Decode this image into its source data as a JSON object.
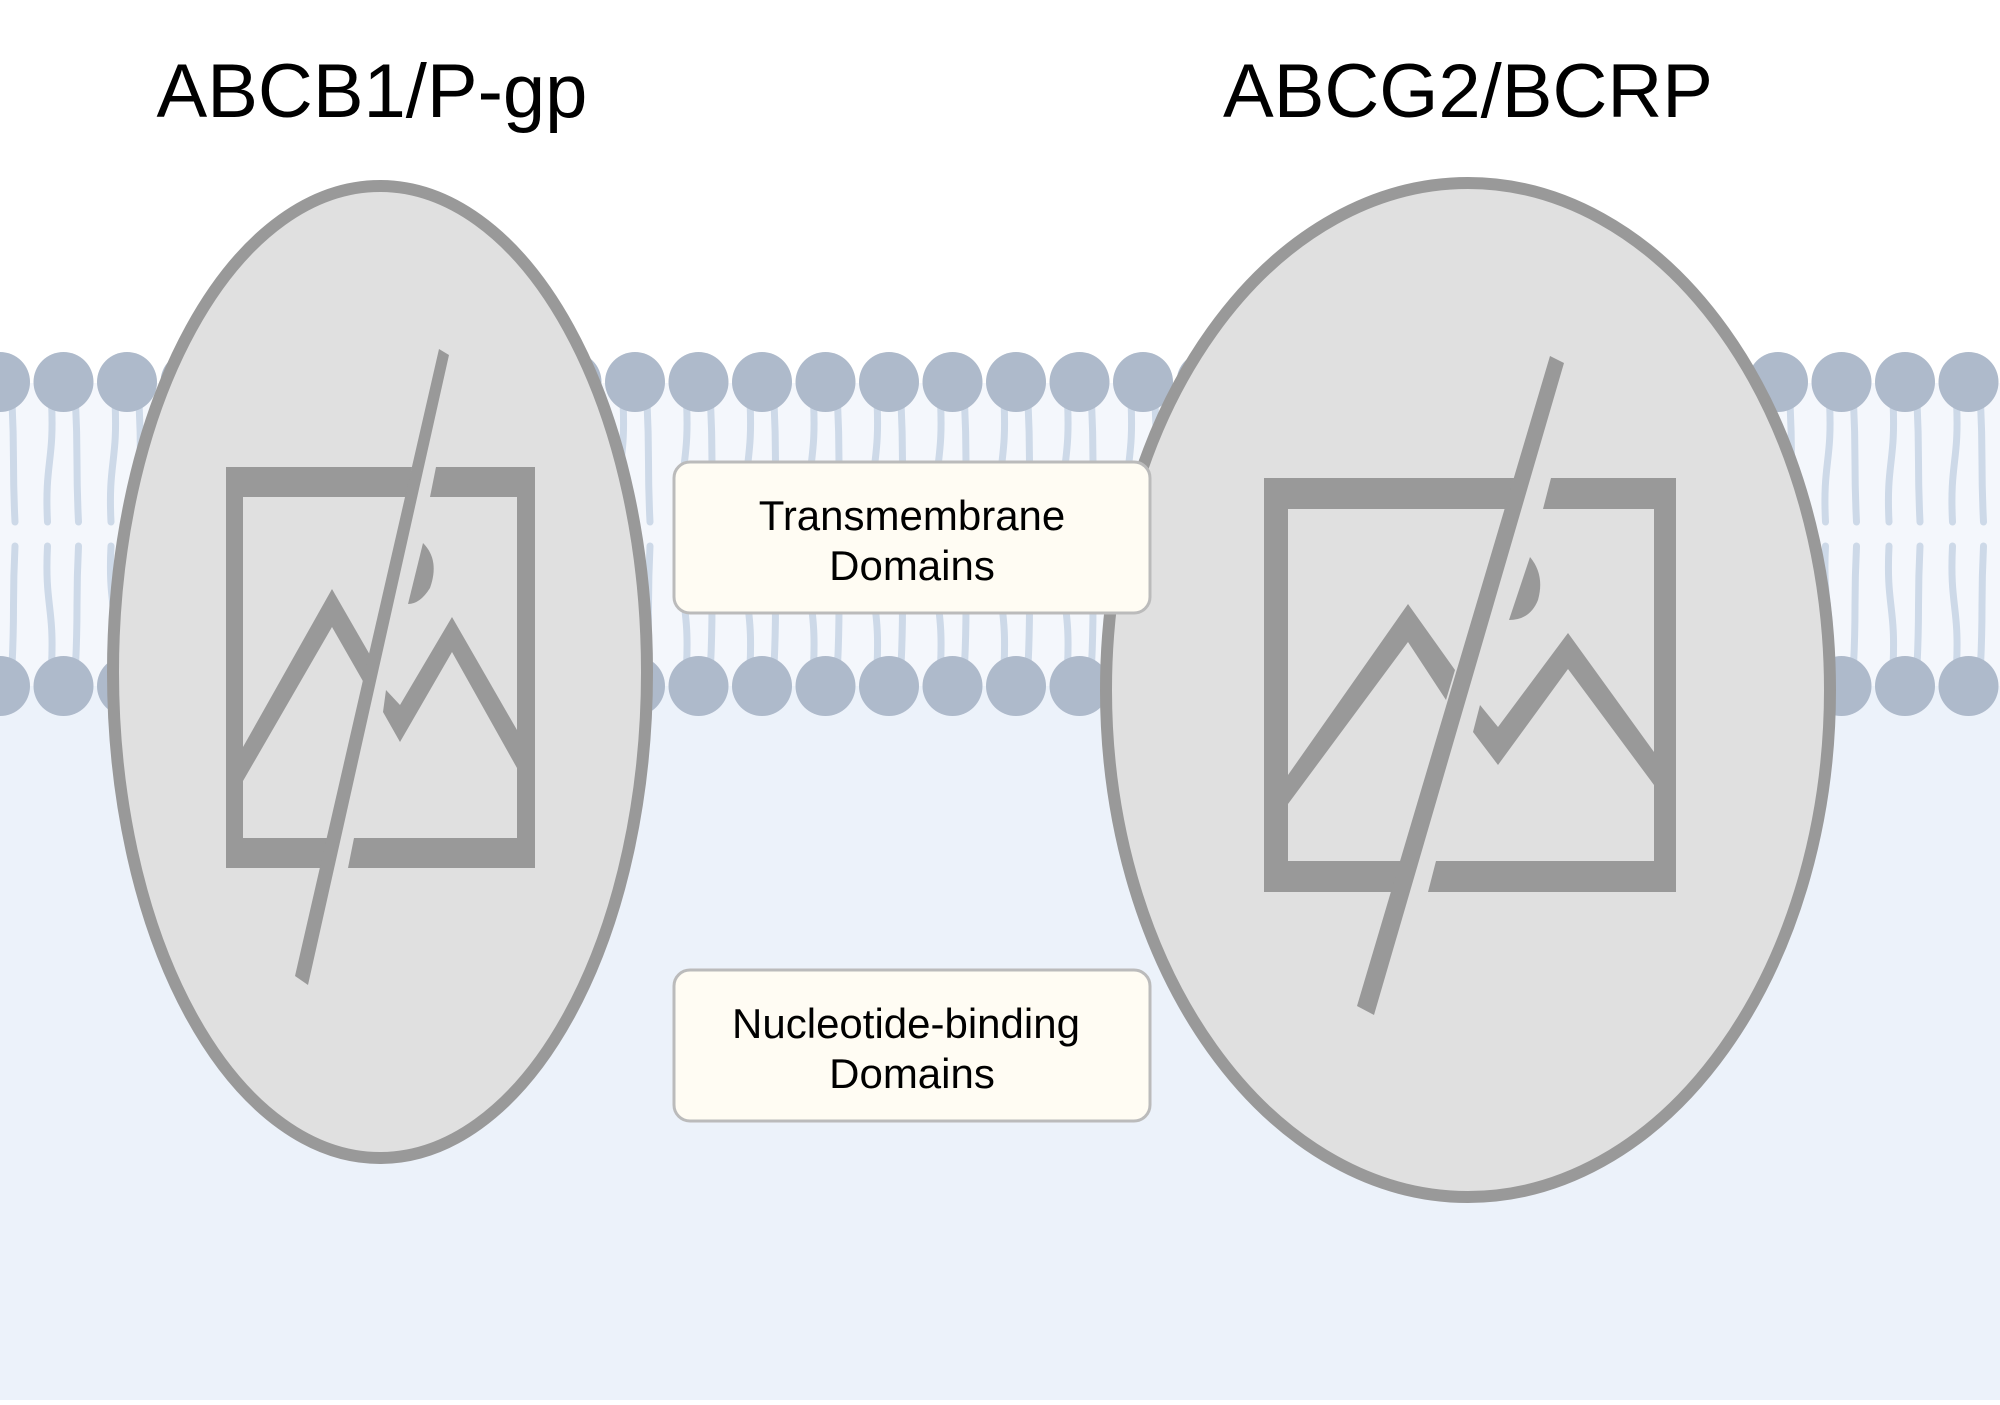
{
  "diagram": {
    "transporters": [
      {
        "id": "abcb1",
        "label": "ABCB1/P-gp"
      },
      {
        "id": "abcg2",
        "label": "ABCG2/BCRP"
      }
    ],
    "callouts": {
      "transmembrane": {
        "line1": "Transmembrane",
        "line2": "Domains"
      },
      "nucleotide": {
        "line1": "Nucleotide-binding",
        "line2": "Domains"
      }
    },
    "icons": {
      "protein_placeholder": "broken-image-icon"
    },
    "colors": {
      "background": "#ffffff",
      "cytoplasm": "#ecf2fa",
      "membrane_core": "#f3f7fc",
      "lipid_head": "#aebacb",
      "lipid_tail": "#cdd9e8",
      "protein_fill": "#e0e0e0",
      "protein_stroke": "#999999",
      "callout_fill": "#fffcf3",
      "callout_stroke": "#bbbbbb",
      "text": "#000000"
    }
  }
}
